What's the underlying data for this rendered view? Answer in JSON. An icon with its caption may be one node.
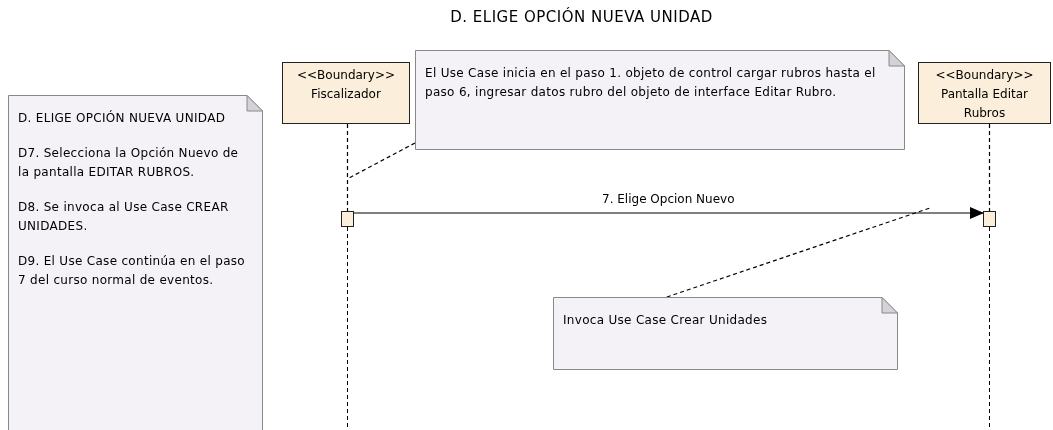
{
  "diagram": {
    "title": "D. ELIGE OPCIÓN NUEVA UNIDAD",
    "nodes": [
      {
        "text": [
          "D. ELIGE OPCIÓN NUEVA UNIDAD",
          "D7. Selecciona la Opción Nuevo de la pantalla EDITAR RUBROS.",
          "D8. Se invoca al Use Case CREAR UNIDADES.",
          "D9. El Use Case continúa en el paso 7 del curso normal de eventos."
        ]
      },
      {
        "text": [
          "<<Boundary>>",
          "Fiscalizador"
        ]
      },
      {
        "text": [
          "El Use Case inicia en el paso 1. objeto de control cargar rubros hasta el paso 6, ingresar datos rubro del objeto de interface Editar Rubro."
        ]
      },
      {
        "text": [
          "<<Boundary>>",
          "Pantalla Editar Rubros"
        ]
      },
      {
        "text": [],
        "shape": "box"
      },
      {
        "text": [],
        "shape": "box"
      },
      {
        "text": [
          "Invoca Use Case Crear Unidades"
        ]
      }
    ],
    "edges": [
      {
        "from": 1,
        "to": 4,
        "arrow": "none",
        "style": "dashed"
      },
      {
        "from": 4,
        "to": 5,
        "arrow": "to",
        "label": "7. Elige Opcion Nuevo"
      },
      {
        "from": 3,
        "to": 5,
        "arrow": "none",
        "style": "dashed"
      },
      {
        "from": 2,
        "to": null,
        "arrow": "none",
        "style": "dashed"
      },
      {
        "from": 6,
        "to": null,
        "arrow": "none",
        "style": "dashed"
      }
    ]
  }
}
